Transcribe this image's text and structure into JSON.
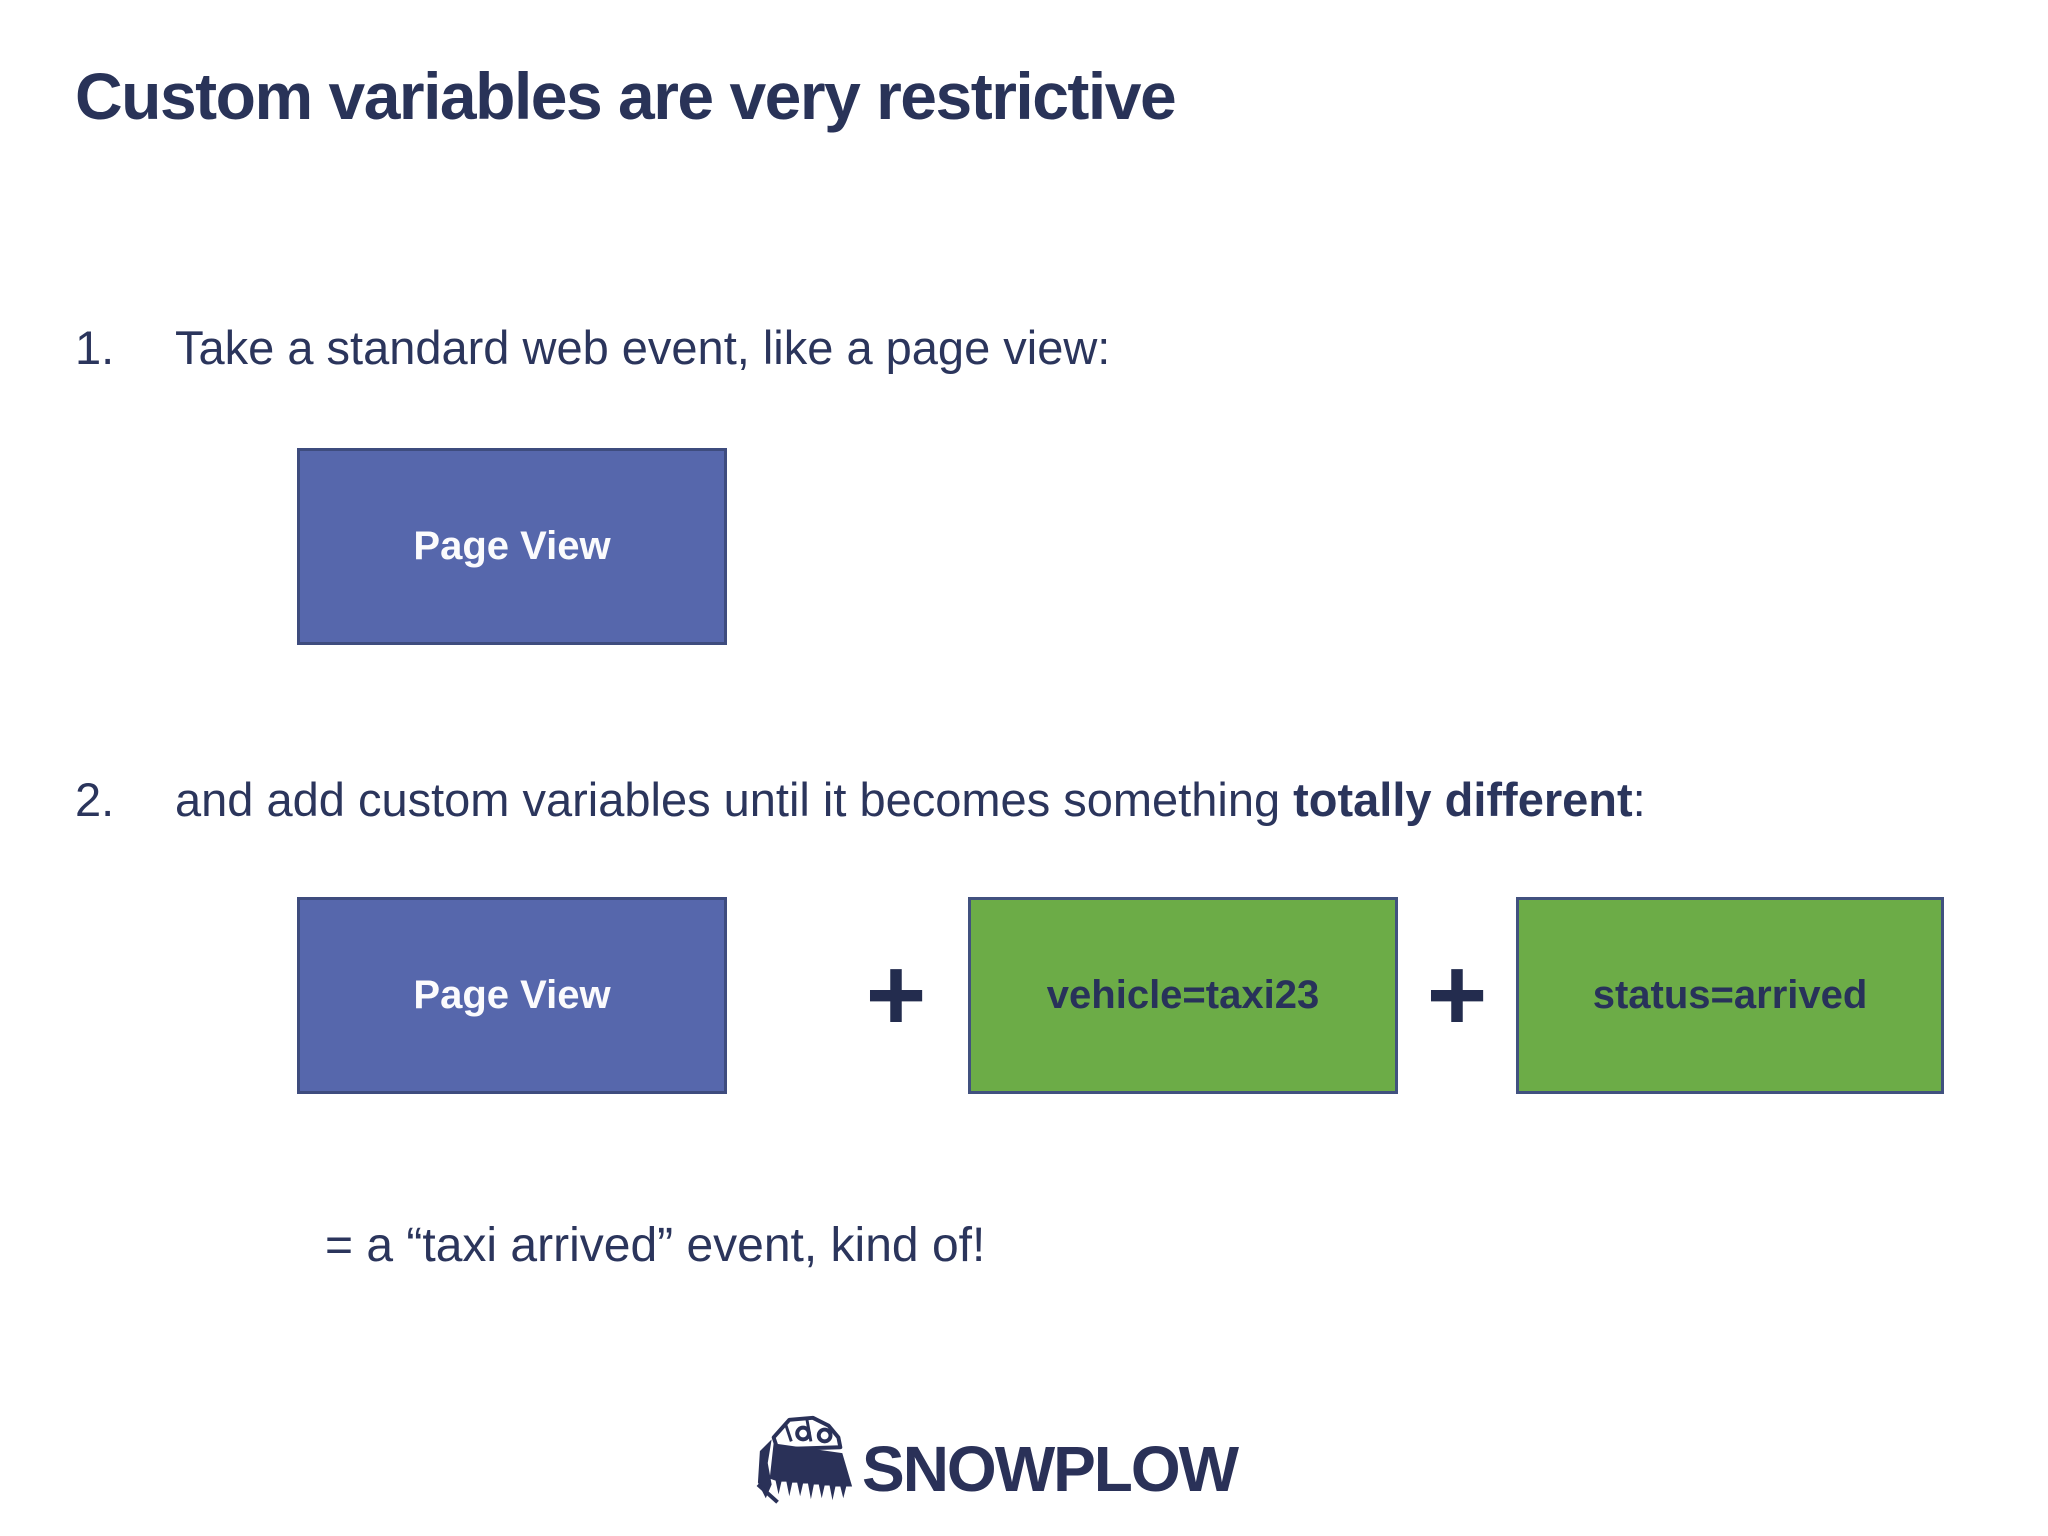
{
  "slide": {
    "title": "Custom variables are very restrictive",
    "steps": [
      {
        "number": "1.",
        "text_before": "Take a standard web event, like a page view:",
        "bold": "",
        "text_after": ""
      },
      {
        "number": "2.",
        "text_before": "and add custom variables until it becomes something ",
        "bold": "totally different",
        "text_after": ":"
      }
    ],
    "boxes": {
      "page_view_1": "Page View",
      "page_view_2": "Page View",
      "var1": "vehicle=taxi23",
      "var2": "status=arrived"
    },
    "plus_sign": "+",
    "result_line": "= a “taxi arrived” event, kind of!",
    "logo": {
      "text": "SNOWPLOW",
      "icon": "snowplow-truck-icon"
    },
    "colors": {
      "navy_text": "#293358",
      "blue_box_fill": "#5667ac",
      "blue_box_border": "#3e4c7e",
      "green_box_fill": "#6cac47",
      "green_box_border": "#41517f",
      "box_label_white": "#fbfbfd",
      "background": "#ffffff"
    }
  }
}
